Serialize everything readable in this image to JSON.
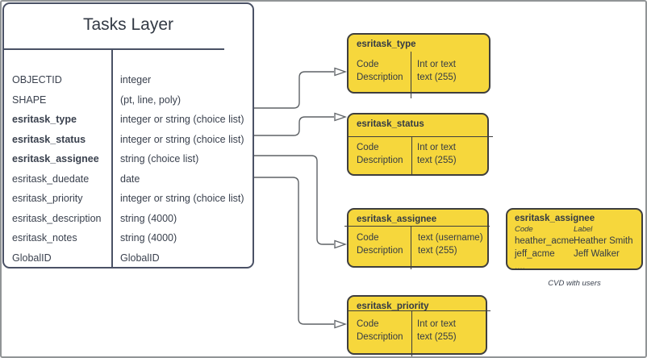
{
  "tasks_layer": {
    "title": "Tasks Layer",
    "fields": [
      {
        "name": "OBJECTID",
        "type": "integer"
      },
      {
        "name": "SHAPE",
        "type": "(pt, line, poly)"
      },
      {
        "name": "esritask_type",
        "type": "integer or string (choice list)",
        "bold": true
      },
      {
        "name": "esritask_status",
        "type": "integer or string (choice list)",
        "bold": true
      },
      {
        "name": "esritask_assignee",
        "type": "string (choice list)",
        "bold": true
      },
      {
        "name": "esritask_duedate",
        "type": "date"
      },
      {
        "name": "esritask_priority",
        "type": "integer or string (choice list)"
      },
      {
        "name": "esritask_description",
        "type": "string (4000)"
      },
      {
        "name": "esritask_notes",
        "type": "string (4000)"
      },
      {
        "name": "GlobalID",
        "type": "GlobalID"
      }
    ]
  },
  "domains": [
    {
      "title": "esritask_type",
      "left": [
        "Code",
        "Description"
      ],
      "right": [
        "Int or text",
        "text (255)"
      ]
    },
    {
      "title": "esritask_status",
      "left": [
        "Code",
        "Description"
      ],
      "right": [
        "Int or text",
        "text (255)"
      ]
    },
    {
      "title": "esritask_assignee",
      "left": [
        "Code",
        "Description"
      ],
      "right": [
        "text (username)",
        "text (255)"
      ]
    },
    {
      "title": "esritask_priority",
      "left": [
        "Code",
        "Description"
      ],
      "right": [
        "Int or text",
        "text (255)"
      ]
    }
  ],
  "cvd": {
    "title": "esritask_assignee",
    "col_headers": [
      "Code",
      "Label"
    ],
    "codes": [
      "heather_acme",
      "jeff_acme",
      "...."
    ],
    "labels": [
      "Heather Smith",
      "Jeff Walker",
      ""
    ],
    "caption": "CVD with users"
  },
  "colors": {
    "domain_fill": "#f6d73c",
    "shape_border": "#3e3e3e",
    "table_border": "#4a5165",
    "connector": "#5e6266",
    "frame": "#919496",
    "text": "#3a414e"
  }
}
